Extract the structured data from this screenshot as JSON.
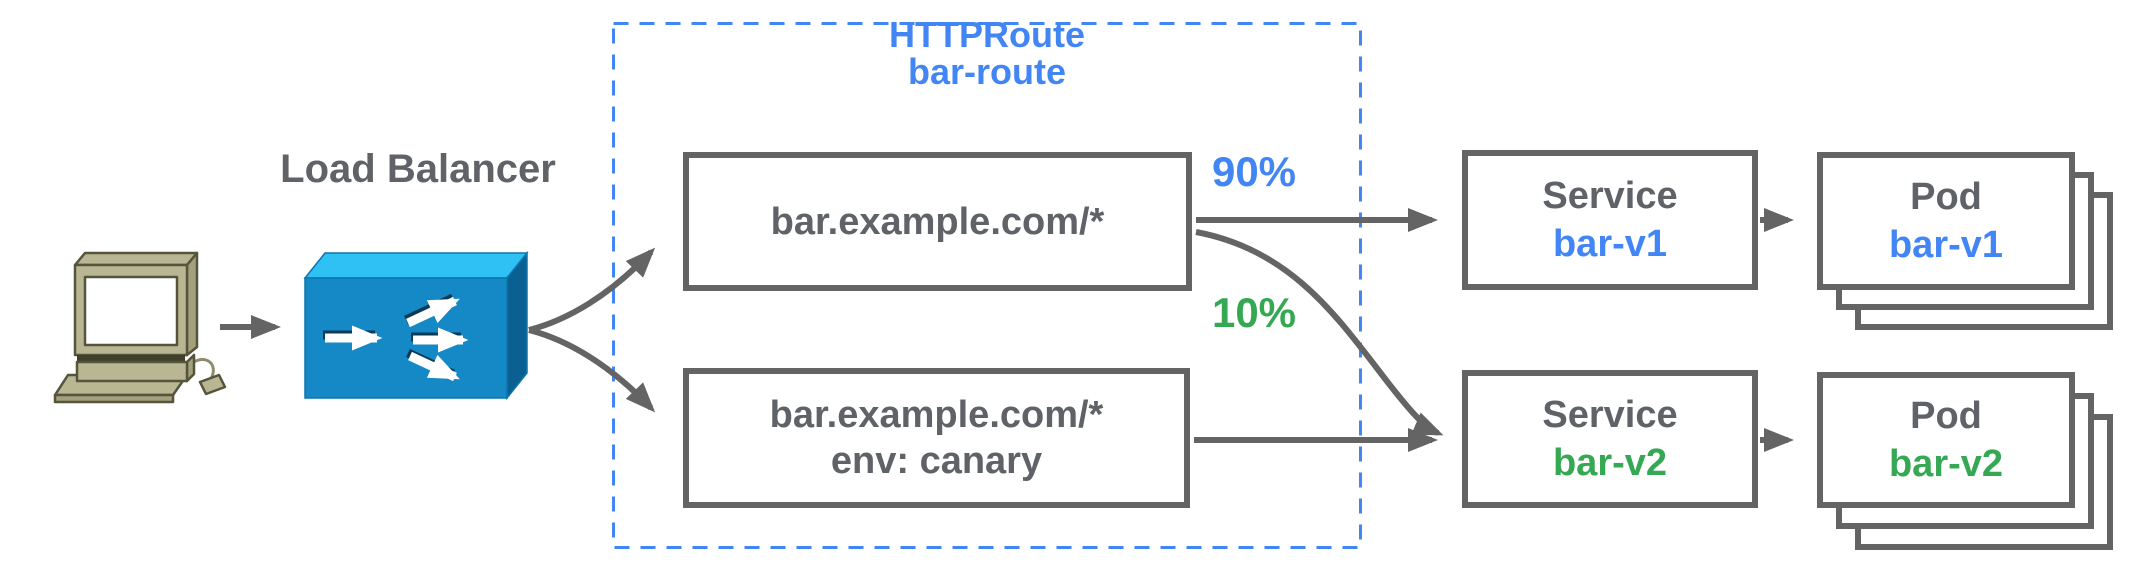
{
  "nodes": {
    "client": {
      "icon": "computer-icon"
    },
    "load_balancer": {
      "label": "Load Balancer",
      "icon": "load-balancer-fanout-icon"
    },
    "httproute": {
      "kind": "HTTPRoute",
      "name": "bar-route"
    },
    "rule_default": {
      "match": "bar.example.com/*"
    },
    "rule_canary": {
      "match": "bar.example.com/*",
      "header": "env: canary"
    },
    "service_v1": {
      "kind": "Service",
      "name": "bar-v1"
    },
    "service_v2": {
      "kind": "Service",
      "name": "bar-v2"
    },
    "pod_v1": {
      "kind": "Pod",
      "name": "bar-v1"
    },
    "pod_v2": {
      "kind": "Pod",
      "name": "bar-v2"
    }
  },
  "edges": {
    "to_v1_weight": "90%",
    "to_v2_weight": "10%"
  },
  "colors": {
    "blue": "#4285f4",
    "green": "#34a853",
    "gray_text": "#5f6368",
    "line_gray": "#646464",
    "dashed_border_blue": "#4285f4",
    "lb_front": "#1588c6",
    "lb_top": "#2fc0f4",
    "lb_side": "#0a5f93",
    "client_body": "#b9b694"
  }
}
